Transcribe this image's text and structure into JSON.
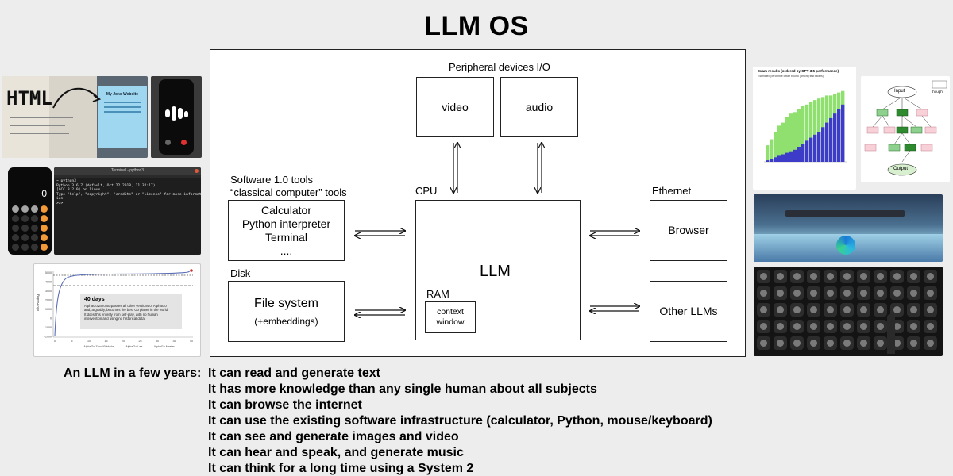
{
  "title": "LLM OS",
  "diagram": {
    "peripheral_label": "Peripheral devices I/O",
    "video": "video",
    "audio": "audio",
    "software_label_1": "Software 1.0 tools",
    "software_label_2": "“classical computer” tools",
    "tools": [
      "Calculator",
      "Python interpreter",
      "Terminal",
      "...."
    ],
    "cpu_label": "CPU",
    "llm": "LLM",
    "ram_label": "RAM",
    "context_window_1": "context",
    "context_window_2": "window",
    "ethernet_label": "Ethernet",
    "browser": "Browser",
    "other_llms": "Other LLMs",
    "disk_label": "Disk",
    "file_system": "File system",
    "embeddings": "(+embeddings)"
  },
  "thumbnails": {
    "html_sketch": {
      "big_text": "HTML",
      "page_title": "My Joke Website"
    },
    "terminal": {
      "window_title": "Terminal - python3",
      "lines": [
        "~ python3",
        "Python 3.6.7 (default, Oct 22 2018, 11:32:17)",
        "[GCC 8.2.0] on linux",
        "Type \"help\", \"copyright\", \"credits\" or \"license\" for more informat",
        "ion.",
        ">>> "
      ]
    },
    "calculator": {
      "display": "0"
    },
    "alphago_chart": {
      "yticks": [
        "5000",
        "4000",
        "3000",
        "2000",
        "1000",
        "0",
        "-1000",
        "-2000"
      ],
      "xticks": [
        "0",
        "5",
        "10",
        "15",
        "20",
        "25",
        "30",
        "35",
        "40"
      ],
      "ylabel": "Elo Rating",
      "callout_title": "40 days",
      "callout_body": [
        "AlphaGo Zero surpasses all other versions of AlphaGo",
        "and, arguably, becomes the best Go player in the world.",
        "It does this entirely from self-play, with no human",
        "intervention and using no historical data."
      ],
      "legend": [
        "AlphaGo Zero 40 blocks",
        "AlphaGo Lee",
        "AlphaGo Master"
      ]
    },
    "exam_chart": {
      "title": "Exam results (ordered by GPT-3.5 performance)",
      "subtitle": "Estimated percentile lower bound (among test takers)"
    },
    "tree": {
      "input": "Input",
      "output": "Output",
      "thought": "thought"
    }
  },
  "claims": {
    "lead": "An LLM in a few years:",
    "items": [
      "It can read and generate text",
      "It has more knowledge than any single human about all subjects",
      "It can browse the internet",
      "It can use the existing software infrastructure (calculator, Python, mouse/keyboard)",
      "It can see and generate images and video",
      "It can hear and speak, and generate music",
      "It can think for a long time using a System 2"
    ]
  },
  "colors": {
    "background": "#ededed",
    "green": "#90e070",
    "blue": "#3c3cc8",
    "terminal": "#1e1e1e"
  }
}
